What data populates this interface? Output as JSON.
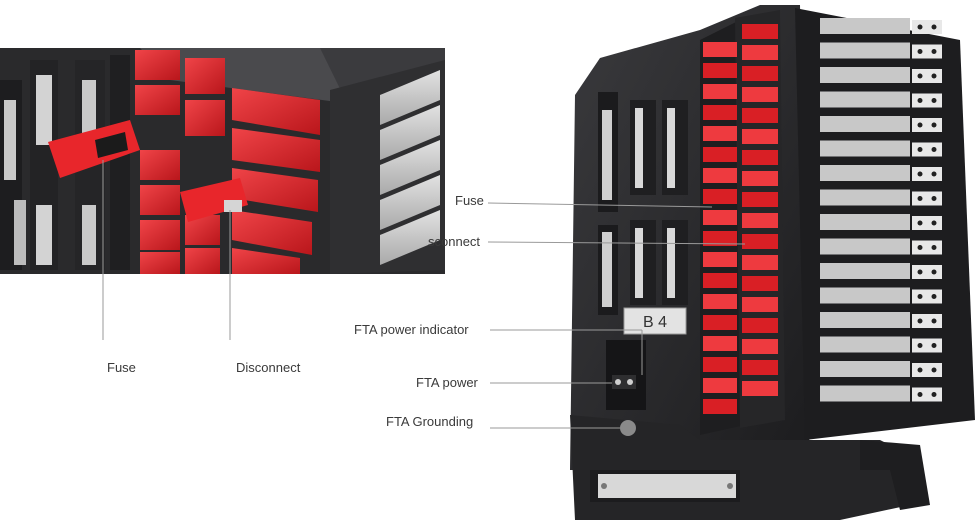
{
  "inset_labels": {
    "fuse": "Fuse",
    "disconnect": "Disconnect"
  },
  "main_labels": {
    "fuse": "Fuse",
    "disconnect": "sconnect",
    "fta_power_indicator": "FTA power indicator",
    "fta_power": "FTA power",
    "fta_grounding": "FTA Grounding"
  },
  "module": {
    "tag": "B 4"
  },
  "colors": {
    "fuse_red": "#e8262b",
    "body_dark": "#2b2b2d",
    "terminal_gray": "#cfcfcf",
    "leader_line": "#9a9a9a"
  }
}
